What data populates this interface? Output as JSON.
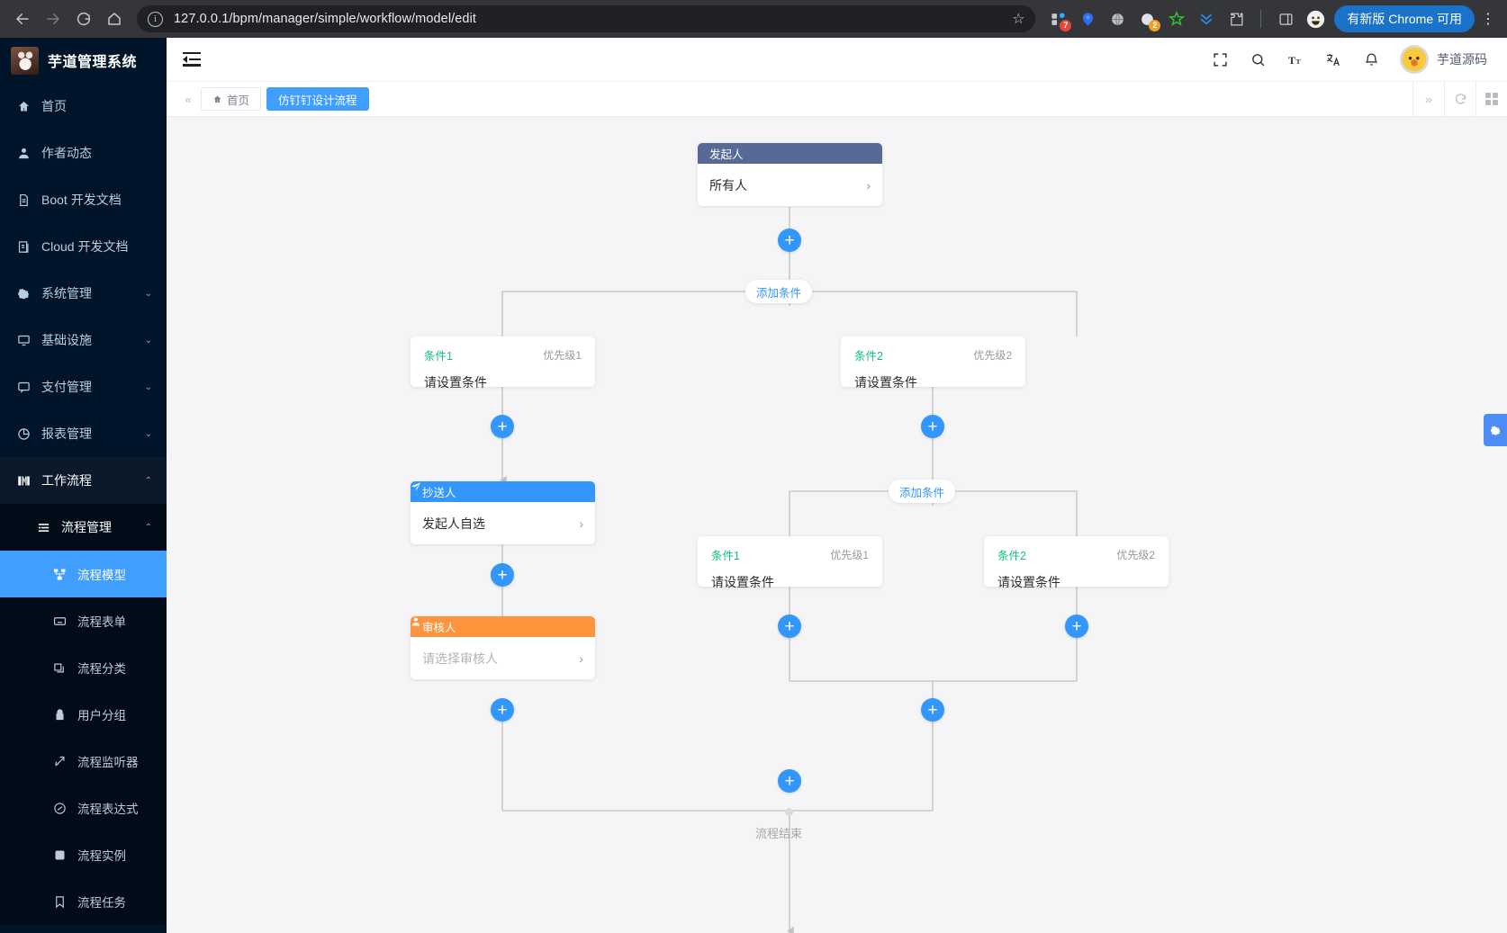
{
  "browser": {
    "url": "127.0.0.1/bpm/manager/simple/workflow/model/edit",
    "back_icon": "back-arrow-icon",
    "forward_icon": "forward-arrow-icon",
    "reload_icon": "reload-icon",
    "home_icon": "home-icon",
    "info_icon": "site-info-icon",
    "star_icon": "bookmark-star-icon",
    "extensions": [
      {
        "name": "extension-tasks",
        "badge": "7",
        "badge_color": "#e8453c"
      },
      {
        "name": "extension-pin",
        "badge": "",
        "badge_color": ""
      },
      {
        "name": "extension-globe",
        "badge": "",
        "badge_color": ""
      },
      {
        "name": "extension-moon",
        "badge": "2",
        "badge_color": "#f0a028"
      },
      {
        "name": "extension-star-green",
        "badge": "",
        "badge_color": ""
      },
      {
        "name": "extension-chevrons-down",
        "badge": "",
        "badge_color": ""
      },
      {
        "name": "extension-puzzle",
        "badge": "",
        "badge_color": ""
      }
    ],
    "sidepanel_icon": "side-panel-icon",
    "profile_icon": "profile-avatar-icon",
    "update_label": "有新版 Chrome 可用",
    "menu_icon": "kebab-menu-icon"
  },
  "sidebar": {
    "logo_label": "芋道管理系统",
    "items": [
      {
        "label": "首页",
        "icon": "home-icon",
        "chevron": "",
        "level": 0
      },
      {
        "label": "作者动态",
        "icon": "user-icon",
        "chevron": "",
        "level": 0
      },
      {
        "label": "Boot 开发文档",
        "icon": "document-icon",
        "chevron": "",
        "level": 0
      },
      {
        "label": "Cloud 开发文档",
        "icon": "copy-document-icon",
        "chevron": "",
        "level": 0
      },
      {
        "label": "系统管理",
        "icon": "gear-icon",
        "chevron": "⌄",
        "level": 0
      },
      {
        "label": "基础设施",
        "icon": "monitor-icon",
        "chevron": "⌄",
        "level": 0
      },
      {
        "label": "支付管理",
        "icon": "payment-icon",
        "chevron": "⌄",
        "level": 0
      },
      {
        "label": "报表管理",
        "icon": "pie-chart-icon",
        "chevron": "⌄",
        "level": 0
      },
      {
        "label": "工作流程",
        "icon": "flow-icon",
        "chevron": "⌃",
        "level": 0,
        "expanded": true
      },
      {
        "label": "流程管理",
        "icon": "list-icon",
        "chevron": "⌃",
        "level": 1,
        "expanded": true
      },
      {
        "label": "流程模型",
        "icon": "model-icon",
        "chevron": "",
        "level": 2,
        "selected": true
      },
      {
        "label": "流程表单",
        "icon": "form-icon",
        "chevron": "",
        "level": 2
      },
      {
        "label": "流程分类",
        "icon": "category-icon",
        "chevron": "",
        "level": 2
      },
      {
        "label": "用户分组",
        "icon": "group-icon",
        "chevron": "",
        "level": 2
      },
      {
        "label": "流程监听器",
        "icon": "listener-icon",
        "chevron": "",
        "level": 2
      },
      {
        "label": "流程表达式",
        "icon": "expression-icon",
        "chevron": "",
        "level": 2
      },
      {
        "label": "流程实例",
        "icon": "instance-icon",
        "chevron": "",
        "level": 2
      },
      {
        "label": "流程任务",
        "icon": "task-icon",
        "chevron": "",
        "level": 2
      }
    ]
  },
  "topbar": {
    "menu_toggle_icon": "collapse-menu-icon",
    "icons": [
      {
        "name": "fullscreen-icon"
      },
      {
        "name": "search-icon"
      },
      {
        "name": "font-size-icon"
      },
      {
        "name": "language-icon"
      },
      {
        "name": "notification-bell-icon"
      }
    ],
    "user_name": "芋道源码",
    "avatar_icon": "avatar"
  },
  "tabbar": {
    "collapse_left_icon": "chevrons-left-icon",
    "tabs": [
      {
        "label": "首页",
        "icon": "home-icon",
        "active": false
      },
      {
        "label": "仿钉钉设计流程",
        "icon": "",
        "active": true
      }
    ],
    "collapse_right_icon": "chevrons-right-icon",
    "refresh_icon": "refresh-icon",
    "grid_icon": "grid-icon"
  },
  "flow": {
    "start_node": {
      "header": "发起人",
      "value": "所有人",
      "chevron": "›"
    },
    "cc_node": {
      "header": "抄送人",
      "icon": "send-icon",
      "value": "发起人自选",
      "chevron": "›"
    },
    "approve_node": {
      "header": "审核人",
      "icon": "user-icon",
      "value": "请选择审核人",
      "chevron": "›",
      "is_placeholder": true
    },
    "add_condition_label": "添加条件",
    "conditions_level1": [
      {
        "title": "条件1",
        "priority": "优先级1",
        "body": "请设置条件"
      },
      {
        "title": "条件2",
        "priority": "优先级2",
        "body": "请设置条件"
      }
    ],
    "conditions_level2": [
      {
        "title": "条件1",
        "priority": "优先级1",
        "body": "请设置条件"
      },
      {
        "title": "条件2",
        "priority": "优先级2",
        "body": "请设置条件"
      }
    ],
    "plus_label": "+",
    "end_label": "流程结束",
    "settings_tab_icon": "gear-icon"
  }
}
